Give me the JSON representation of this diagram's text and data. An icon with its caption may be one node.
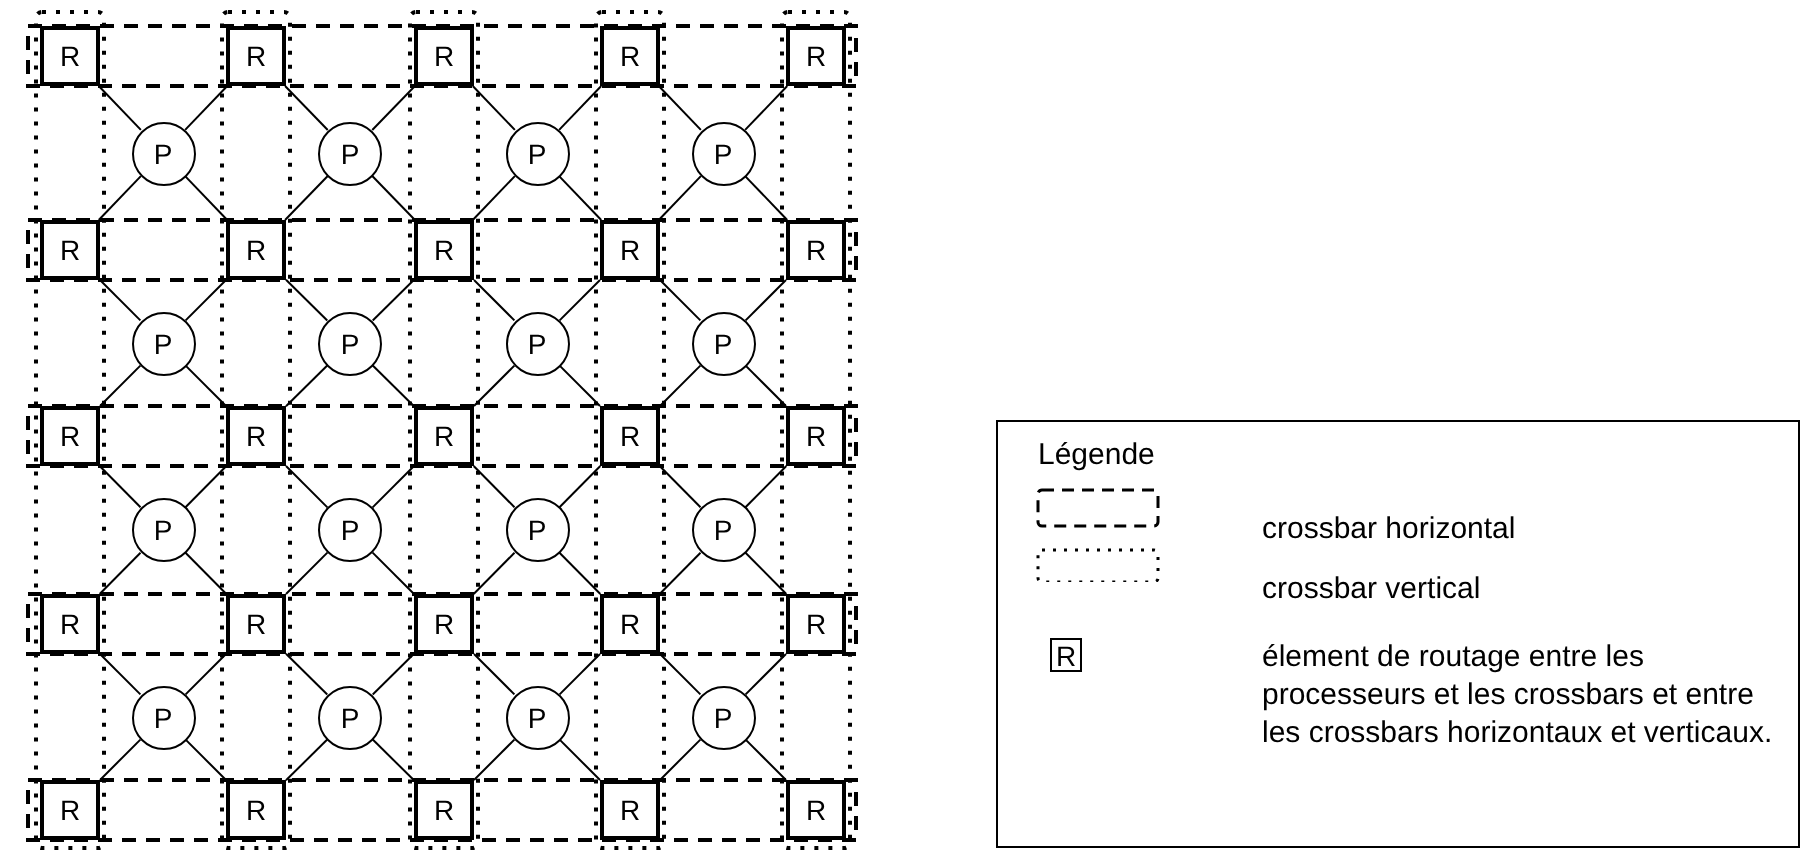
{
  "diagram": {
    "nodes": [
      {
        "text": [
          "R"
        ]
      },
      {
        "text": [
          "R"
        ]
      },
      {
        "text": [
          "R"
        ]
      },
      {
        "text": [
          "R"
        ]
      },
      {
        "text": [
          "R"
        ]
      },
      {
        "text": [
          "P"
        ]
      },
      {
        "text": [
          "P"
        ]
      },
      {
        "text": [
          "P"
        ]
      },
      {
        "text": [
          "P"
        ]
      },
      {
        "text": [
          "R"
        ]
      },
      {
        "text": [
          "R"
        ]
      },
      {
        "text": [
          "R"
        ]
      },
      {
        "text": [
          "R"
        ]
      },
      {
        "text": [
          "R"
        ]
      },
      {
        "text": [
          "P"
        ]
      },
      {
        "text": [
          "P"
        ]
      },
      {
        "text": [
          "P"
        ]
      },
      {
        "text": [
          "P"
        ]
      },
      {
        "text": [
          "R"
        ]
      },
      {
        "text": [
          "R"
        ]
      },
      {
        "text": [
          "R"
        ]
      },
      {
        "text": [
          "R"
        ]
      },
      {
        "text": [
          "R"
        ]
      },
      {
        "text": [
          "P"
        ]
      },
      {
        "text": [
          "P"
        ]
      },
      {
        "text": [
          "P"
        ]
      },
      {
        "text": [
          "P"
        ]
      },
      {
        "text": [
          "R"
        ]
      },
      {
        "text": [
          "R"
        ]
      },
      {
        "text": [
          "R"
        ]
      },
      {
        "text": [
          "R"
        ]
      },
      {
        "text": [
          "R"
        ]
      },
      {
        "text": [
          "P"
        ]
      },
      {
        "text": [
          "P"
        ]
      },
      {
        "text": [
          "P"
        ]
      },
      {
        "text": [
          "P"
        ]
      },
      {
        "text": [
          "R"
        ]
      },
      {
        "text": [
          "R"
        ]
      },
      {
        "text": [
          "R"
        ]
      },
      {
        "text": [
          "R"
        ]
      },
      {
        "text": [
          "R"
        ]
      }
    ],
    "edges": [
      {
        "from": 5,
        "to": 0,
        "arrow": "none"
      },
      {
        "from": 5,
        "to": 1,
        "arrow": "none"
      },
      {
        "from": 5,
        "to": 9,
        "arrow": "none"
      },
      {
        "from": 5,
        "to": 10,
        "arrow": "none"
      },
      {
        "from": 6,
        "to": 1,
        "arrow": "none"
      },
      {
        "from": 6,
        "to": 2,
        "arrow": "none"
      },
      {
        "from": 6,
        "to": 10,
        "arrow": "none"
      },
      {
        "from": 6,
        "to": 11,
        "arrow": "none"
      },
      {
        "from": 7,
        "to": 2,
        "arrow": "none"
      },
      {
        "from": 7,
        "to": 3,
        "arrow": "none"
      },
      {
        "from": 7,
        "to": 11,
        "arrow": "none"
      },
      {
        "from": 7,
        "to": 12,
        "arrow": "none"
      },
      {
        "from": 8,
        "to": 3,
        "arrow": "none"
      },
      {
        "from": 8,
        "to": 4,
        "arrow": "none"
      },
      {
        "from": 8,
        "to": 12,
        "arrow": "none"
      },
      {
        "from": 8,
        "to": 13,
        "arrow": "none"
      },
      {
        "from": 14,
        "to": 9,
        "arrow": "none"
      },
      {
        "from": 14,
        "to": 10,
        "arrow": "none"
      },
      {
        "from": 14,
        "to": 18,
        "arrow": "none"
      },
      {
        "from": 14,
        "to": 19,
        "arrow": "none"
      },
      {
        "from": 15,
        "to": 10,
        "arrow": "none"
      },
      {
        "from": 15,
        "to": 11,
        "arrow": "none"
      },
      {
        "from": 15,
        "to": 19,
        "arrow": "none"
      },
      {
        "from": 15,
        "to": 20,
        "arrow": "none"
      },
      {
        "from": 16,
        "to": 11,
        "arrow": "none"
      },
      {
        "from": 16,
        "to": 12,
        "arrow": "none"
      },
      {
        "from": 16,
        "to": 20,
        "arrow": "none"
      },
      {
        "from": 16,
        "to": 21,
        "arrow": "none"
      },
      {
        "from": 17,
        "to": 12,
        "arrow": "none"
      },
      {
        "from": 17,
        "to": 13,
        "arrow": "none"
      },
      {
        "from": 17,
        "to": 21,
        "arrow": "none"
      },
      {
        "from": 17,
        "to": 22,
        "arrow": "none"
      },
      {
        "from": 23,
        "to": 18,
        "arrow": "none"
      },
      {
        "from": 23,
        "to": 19,
        "arrow": "none"
      },
      {
        "from": 23,
        "to": 27,
        "arrow": "none"
      },
      {
        "from": 23,
        "to": 28,
        "arrow": "none"
      },
      {
        "from": 24,
        "to": 19,
        "arrow": "none"
      },
      {
        "from": 24,
        "to": 20,
        "arrow": "none"
      },
      {
        "from": 24,
        "to": 28,
        "arrow": "none"
      },
      {
        "from": 24,
        "to": 29,
        "arrow": "none"
      },
      {
        "from": 25,
        "to": 20,
        "arrow": "none"
      },
      {
        "from": 25,
        "to": 21,
        "arrow": "none"
      },
      {
        "from": 25,
        "to": 29,
        "arrow": "none"
      },
      {
        "from": 25,
        "to": 30,
        "arrow": "none"
      },
      {
        "from": 26,
        "to": 21,
        "arrow": "none"
      },
      {
        "from": 26,
        "to": 22,
        "arrow": "none"
      },
      {
        "from": 26,
        "to": 30,
        "arrow": "none"
      },
      {
        "from": 26,
        "to": 31,
        "arrow": "none"
      },
      {
        "from": 32,
        "to": 27,
        "arrow": "none"
      },
      {
        "from": 32,
        "to": 28,
        "arrow": "none"
      },
      {
        "from": 32,
        "to": 36,
        "arrow": "none"
      },
      {
        "from": 32,
        "to": 37,
        "arrow": "none"
      },
      {
        "from": 33,
        "to": 28,
        "arrow": "none"
      },
      {
        "from": 33,
        "to": 29,
        "arrow": "none"
      },
      {
        "from": 33,
        "to": 37,
        "arrow": "none"
      },
      {
        "from": 33,
        "to": 38,
        "arrow": "none"
      },
      {
        "from": 34,
        "to": 29,
        "arrow": "none"
      },
      {
        "from": 34,
        "to": 30,
        "arrow": "none"
      },
      {
        "from": 34,
        "to": 38,
        "arrow": "none"
      },
      {
        "from": 34,
        "to": 39,
        "arrow": "none"
      },
      {
        "from": 35,
        "to": 30,
        "arrow": "none"
      },
      {
        "from": 35,
        "to": 31,
        "arrow": "none"
      },
      {
        "from": 35,
        "to": 39,
        "arrow": "none"
      },
      {
        "from": 35,
        "to": 40,
        "arrow": "none"
      }
    ],
    "labels": [
      "Légende",
      "R"
    ],
    "legend": [
      {
        "text": "crossbar horizontal"
      },
      {
        "text": "crossbar vertical"
      },
      {
        "text": "élement de routage entre les processeurs et les crossbars et entre les crossbars horizontaux et verticaux."
      }
    ]
  }
}
